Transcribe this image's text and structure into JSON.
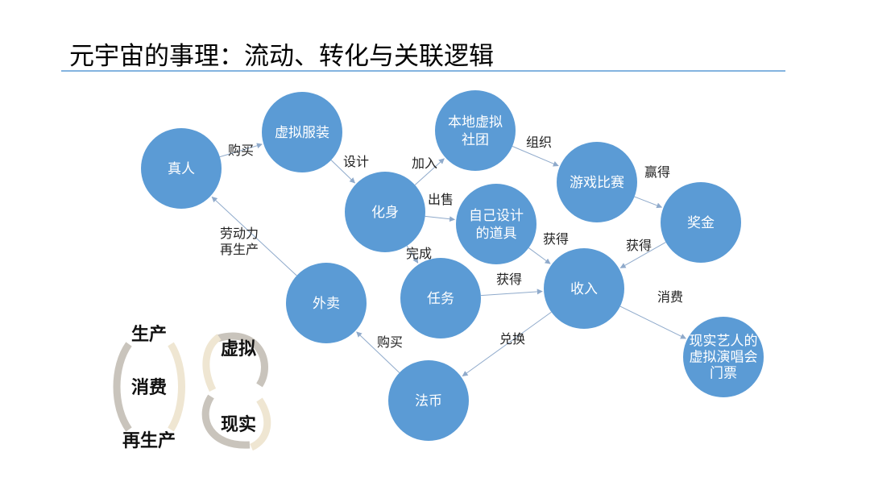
{
  "title": "元宇宙的事理：流动、转化与关联逻辑",
  "colors": {
    "node": "#5b9bd5",
    "edge": "#8faacb",
    "title_rule": "#5b9bd5",
    "arc_gray": "#c9c4bc",
    "arc_cream": "#efe6d2"
  },
  "nodes": [
    {
      "id": "zhenren",
      "lines": [
        "真人"
      ]
    },
    {
      "id": "xunifuzhuang",
      "lines": [
        "虚拟服装"
      ]
    },
    {
      "id": "huashen",
      "lines": [
        "化身"
      ]
    },
    {
      "id": "shequn",
      "lines": [
        "本地虚拟",
        "社团"
      ]
    },
    {
      "id": "daoju",
      "lines": [
        "自己设计",
        "的道具"
      ]
    },
    {
      "id": "youxi",
      "lines": [
        "游戏比赛"
      ]
    },
    {
      "id": "jiangjin",
      "lines": [
        "奖金"
      ]
    },
    {
      "id": "renwu",
      "lines": [
        "任务"
      ]
    },
    {
      "id": "shouru",
      "lines": [
        "收入"
      ]
    },
    {
      "id": "waimai",
      "lines": [
        "外卖"
      ]
    },
    {
      "id": "fabi",
      "lines": [
        "法币"
      ]
    },
    {
      "id": "piao",
      "lines": [
        "现实艺人的",
        "虚拟演唱会",
        "门票"
      ]
    }
  ],
  "edges": [
    {
      "from": "zhenren",
      "to": "xunifuzhuang",
      "label": [
        "购买"
      ]
    },
    {
      "from": "xunifuzhuang",
      "to": "huashen",
      "label": [
        "设计"
      ]
    },
    {
      "from": "huashen",
      "to": "shequn",
      "label": [
        "加入"
      ]
    },
    {
      "from": "shequn",
      "to": "youxi",
      "label": [
        "组织"
      ]
    },
    {
      "from": "huashen",
      "to": "daoju",
      "label": [
        "出售"
      ]
    },
    {
      "from": "youxi",
      "to": "jiangjin",
      "label": [
        "赢得"
      ]
    },
    {
      "from": "huashen",
      "to": "renwu",
      "label": [
        "完成"
      ]
    },
    {
      "from": "daoju",
      "to": "shouru",
      "label": [
        "获得"
      ]
    },
    {
      "from": "jiangjin",
      "to": "shouru",
      "label": [
        "获得"
      ]
    },
    {
      "from": "renwu",
      "to": "shouru",
      "label": [
        "获得"
      ]
    },
    {
      "from": "shouru",
      "to": "piao",
      "label": [
        "消费"
      ]
    },
    {
      "from": "shouru",
      "to": "fabi",
      "label": [
        "兑换"
      ]
    },
    {
      "from": "fabi",
      "to": "waimai",
      "label": [
        "购买"
      ]
    },
    {
      "from": "waimai",
      "to": "zhenren",
      "label": [
        "劳动力",
        "再生产"
      ]
    }
  ],
  "legend": {
    "left_cycle": [
      "生产",
      "消费",
      "再生产"
    ],
    "right_cycle": [
      "虚拟",
      "现实"
    ]
  }
}
